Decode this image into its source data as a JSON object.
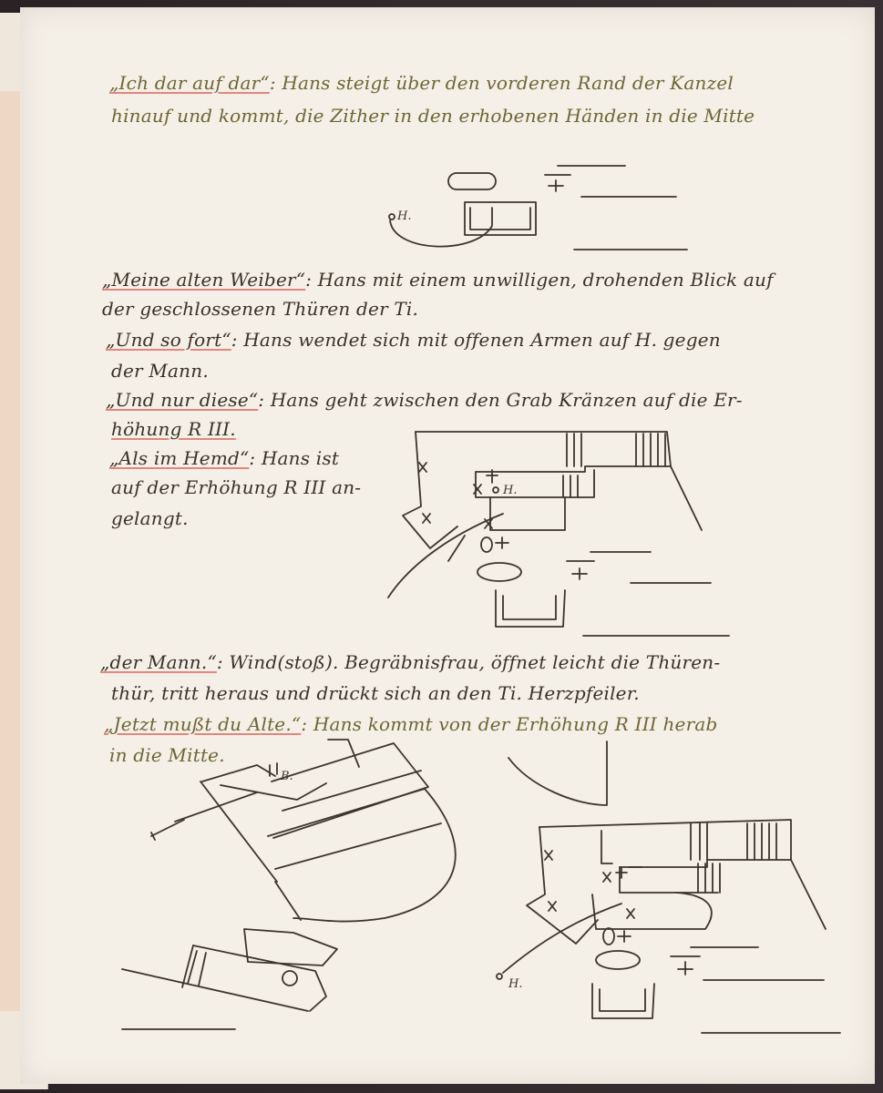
{
  "notes": [
    {
      "cue": "„Ich dar auf dar“",
      "text": ": Hans steigt über den vorderen Rand der Kanzel"
    },
    {
      "cue": "",
      "text": "hinauf und kommt, die Zither in den erhobenen Händen in die Mitte"
    },
    {
      "cue": "„Meine alten Weiber“",
      "text": ": Hans mit einem unwilligen, drohenden Blick auf"
    },
    {
      "cue": "",
      "text": "der geschlossenen Thüren der Ti."
    },
    {
      "cue": "„Und so fort“",
      "text": ": Hans wendet sich mit offenen Armen auf H. gegen"
    },
    {
      "cue": "",
      "text": "der Mann."
    },
    {
      "cue": "„Und nur diese“",
      "text": ": Hans geht zwischen den Grab Kränzen auf die Er-"
    },
    {
      "cue": "",
      "text": "höhung R III."
    },
    {
      "cue": "„Als im Hemd“",
      "text": ": Hans ist"
    },
    {
      "cue": "",
      "text": "auf der Erhöhung R III an-"
    },
    {
      "cue": "",
      "text": "gelangt."
    },
    {
      "cue": "„der Mann.“",
      "text": ": Wind(stoß). Begräbnisfrau, öffnet leicht die Thüren-"
    },
    {
      "cue": "",
      "text": "thür, tritt heraus und drückt sich an den Ti. Herzpfeiler."
    },
    {
      "cue": "„Jetzt mußt du Alte.“",
      "text": ": Hans kommt von der Erhöhung R III herab"
    },
    {
      "cue": "",
      "text": "in die Mitte."
    }
  ],
  "sketch_labels": {
    "h_label": "H.",
    "b_label": "B.",
    "r_label": "H."
  }
}
